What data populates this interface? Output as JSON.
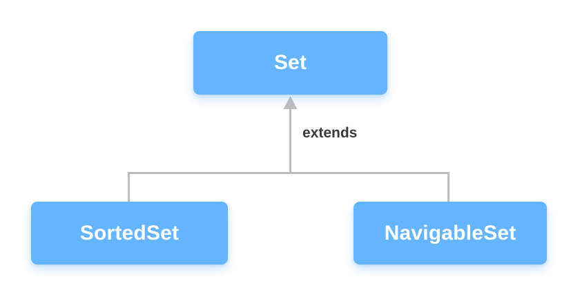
{
  "diagram": {
    "type": "uml-inheritance-hierarchy",
    "background_color": "#ffffff",
    "node_fill_color": "#64b5fd",
    "node_text_color": "#ffffff",
    "connector_color": "#bdbdbd",
    "edge_label_color": "#3a3a3a",
    "nodes": [
      {
        "id": "set",
        "label": "Set",
        "role": "superinterface"
      },
      {
        "id": "sortedset",
        "label": "SortedSet",
        "role": "subinterface"
      },
      {
        "id": "navigableset",
        "label": "NavigableSet",
        "role": "subinterface"
      }
    ],
    "edges": [
      {
        "from": "sortedset",
        "to": "set",
        "label": "extends",
        "arrow": "closed-triangle"
      },
      {
        "from": "navigableset",
        "to": "set",
        "label": "extends",
        "arrow": "closed-triangle"
      }
    ],
    "edge_label": "extends"
  }
}
